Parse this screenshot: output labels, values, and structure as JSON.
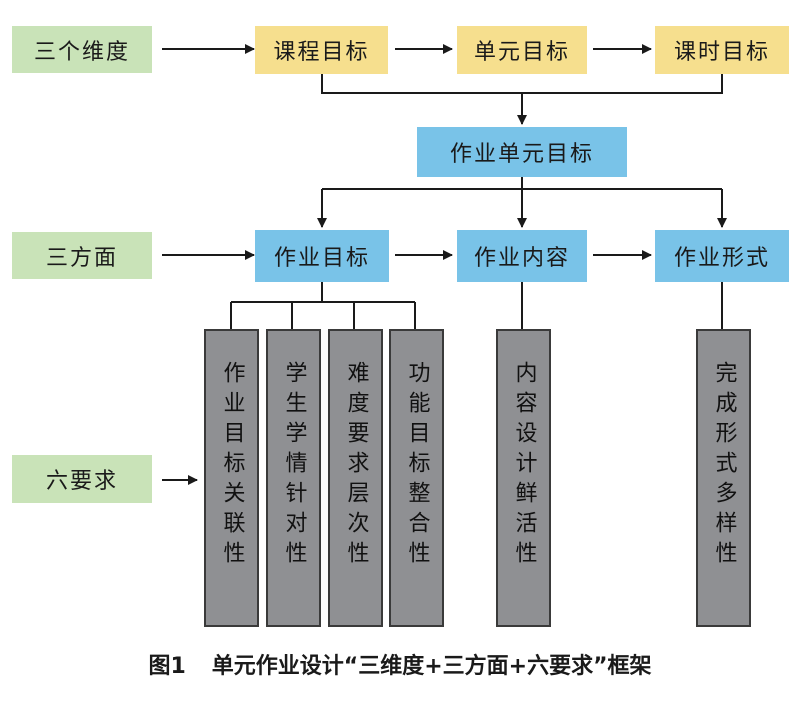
{
  "dimensions": {
    "three": "三个维度",
    "course": "课程目标",
    "unit": "单元目标",
    "lesson": "课时目标"
  },
  "unit_goal": "作业单元目标",
  "aspects": {
    "three": "三方面",
    "goal": "作业目标",
    "content": "作业内容",
    "form": "作业形式"
  },
  "requirements": {
    "six": "六要求",
    "items": [
      "作业目标关联性",
      "学生学情针对性",
      "难度要求层次性",
      "功能目标整合性",
      "内容设计鲜活性",
      "完成形式多样性"
    ]
  },
  "caption": {
    "number": "图1",
    "text": "单元作业设计“三维度+三方面+六要求”框架"
  }
}
